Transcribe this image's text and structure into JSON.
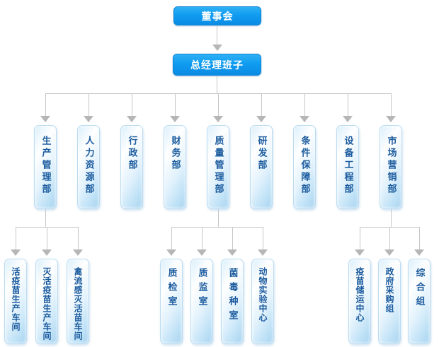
{
  "root": {
    "label": "董事会"
  },
  "executive": {
    "label": "总经理班子"
  },
  "departments": [
    {
      "label": "生产管理部"
    },
    {
      "label": "人力资源部"
    },
    {
      "label": "行政部"
    },
    {
      "label": "财务部"
    },
    {
      "label": "质量管理部"
    },
    {
      "label": "研发部"
    },
    {
      "label": "条件保障部"
    },
    {
      "label": "设备工程部"
    },
    {
      "label": "市场营销部"
    }
  ],
  "subunits": {
    "production": [
      {
        "label": "活疫苗生产车间"
      },
      {
        "label": "灭活疫苗生产车间"
      },
      {
        "label": "禽流感灭活苗车间"
      }
    ],
    "quality": [
      {
        "label": "质检室"
      },
      {
        "label": "质监室"
      },
      {
        "label": "菌毒种室"
      },
      {
        "label": "动物实验中心"
      }
    ],
    "marketing": [
      {
        "label": "疫苗储运中心"
      },
      {
        "label": "政府采购组"
      },
      {
        "label": "综合组"
      }
    ]
  },
  "colors": {
    "primary_box": "#109cf0",
    "light_box": "#bfe1f6",
    "node_text": "#1b5b9e",
    "connector": "#c6c6c6"
  }
}
